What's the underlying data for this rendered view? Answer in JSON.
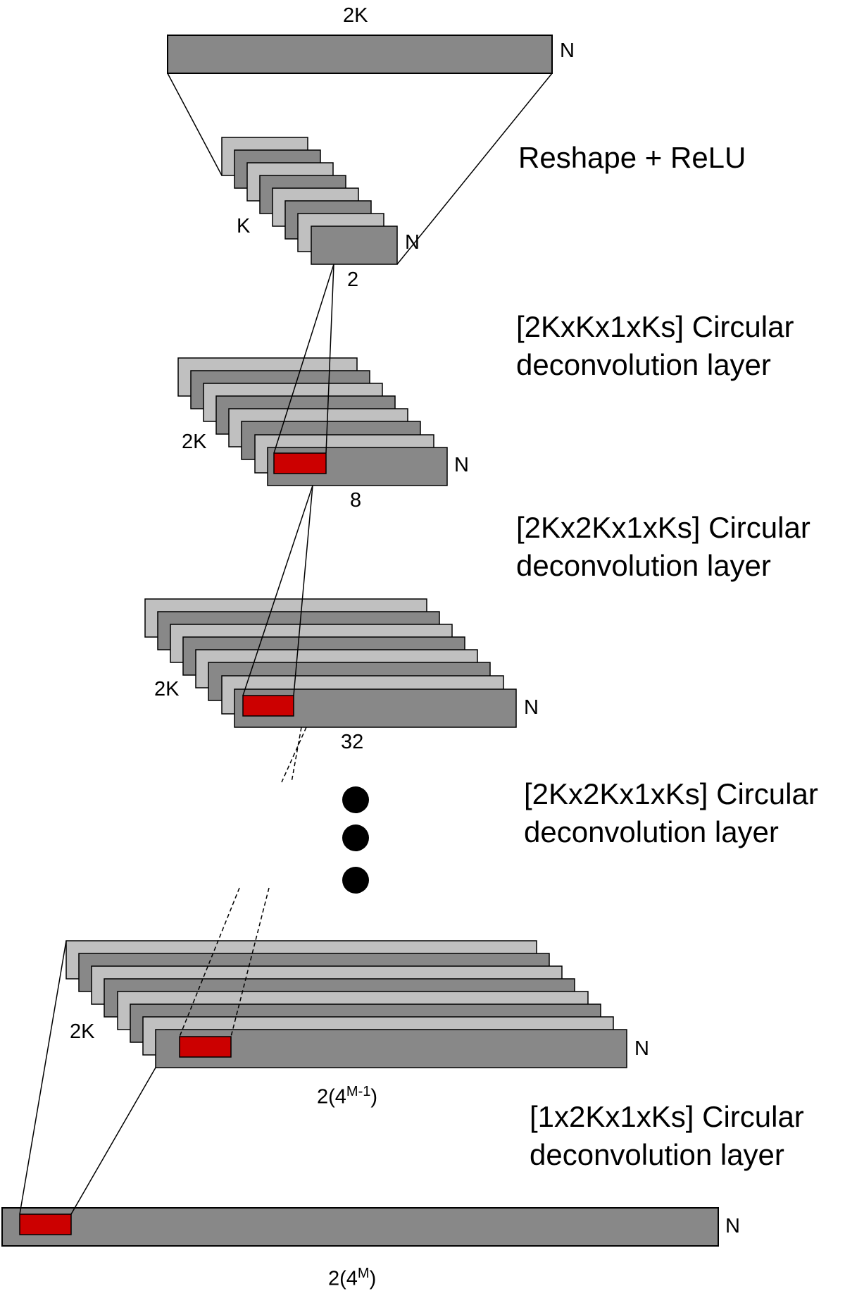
{
  "diagram": {
    "colors": {
      "dark_gray": "#888888",
      "light_gray": "#c0c0c0",
      "highlight": "#cc0000",
      "line": "#000000"
    },
    "top_block": {
      "width_label": "2K",
      "height_label": "N"
    },
    "stage1": {
      "caption": "Reshape + ReLU",
      "depth_label": "K",
      "height_label": "N",
      "width_label": "2"
    },
    "stage2": {
      "caption_line1": "[2KxKx1xKs] Circular",
      "caption_line2": "deconvolution layer",
      "depth_label": "2K",
      "height_label": "N",
      "width_label": "8"
    },
    "stage3": {
      "caption_line1": "[2Kx2Kx1xKs] Circular",
      "caption_line2": "deconvolution layer",
      "depth_label": "2K",
      "height_label": "N",
      "width_label": "32"
    },
    "ellipsis": {
      "caption_line1": "[2Kx2Kx1xKs] Circular",
      "caption_line2": "deconvolution layer"
    },
    "stage4": {
      "caption_line1": "[1x2Kx1xKs] Circular",
      "caption_line2": "deconvolution layer",
      "depth_label": "2K",
      "height_label": "N",
      "width_base": "2(4",
      "width_exp": "M-1",
      "width_close": ")"
    },
    "output": {
      "height_label": "N",
      "width_base": "2(4",
      "width_exp": "M",
      "width_close": ")"
    }
  }
}
